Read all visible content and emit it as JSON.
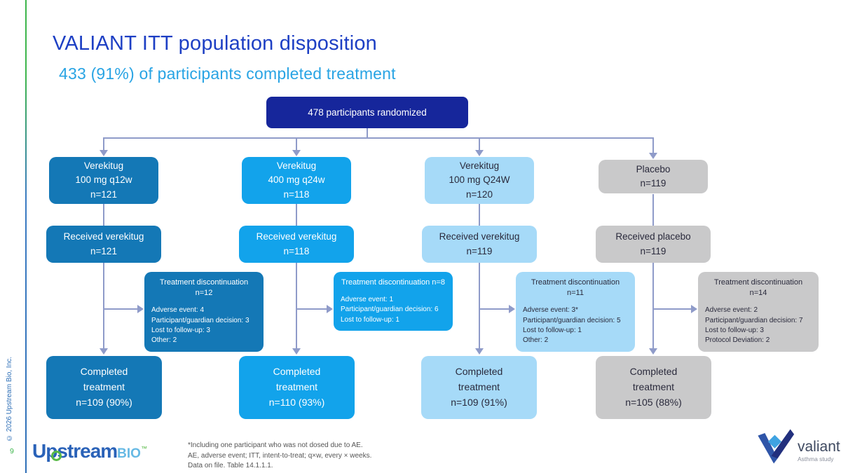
{
  "slide": {
    "title": "VALIANT ITT population disposition",
    "subtitle": "433 (91%) of participants completed treatment",
    "page_number": "9",
    "copyright": "© 2026 Upstream Bio, Inc.",
    "footnotes": [
      "*Including one participant who was not dosed due to AE.",
      "AE, adverse event; ITT, intent-to-treat; q×w, every × weeks.",
      "Data on file. Table 14.1.1.1."
    ]
  },
  "flowchart": {
    "root": {
      "label": "478 participants randomized"
    },
    "columns": [
      {
        "id": "verekitug-100mg-q12w",
        "arm": [
          "Verekitug",
          "100 mg q12w",
          "n=121"
        ],
        "received": [
          "Received verekitug",
          "n=121"
        ],
        "discontinuation": {
          "title": "Treatment discontinuation",
          "n": "n=12",
          "details": [
            "Adverse event: 4",
            "Participant/guardian decision: 3",
            "Lost to follow-up: 3",
            "Other: 2"
          ]
        },
        "completed": [
          "Completed",
          "treatment",
          "n=109 (90%)"
        ]
      },
      {
        "id": "verekitug-400mg-q24w",
        "arm": [
          "Verekitug",
          "400 mg q24w",
          "n=118"
        ],
        "received": [
          "Received verekitug",
          "n=118"
        ],
        "discontinuation": {
          "title": "Treatment discontinuation",
          "n": "n=8",
          "details": [
            "Adverse event: 1",
            "Participant/guardian decision: 6",
            "Lost to follow-up: 1"
          ]
        },
        "completed": [
          "Completed",
          "treatment",
          "n=110 (93%)"
        ]
      },
      {
        "id": "verekitug-100mg-q24w",
        "arm": [
          "Verekitug",
          "100 mg Q24W",
          "n=120"
        ],
        "received": [
          "Received verekitug",
          "n=119"
        ],
        "discontinuation": {
          "title": "Treatment discontinuation",
          "n": "n=11",
          "details": [
            "Adverse event: 3*",
            "Participant/guardian decision: 5",
            "Lost to follow-up: 1",
            "Other: 2"
          ]
        },
        "completed": [
          "Completed",
          "treatment",
          "n=109 (91%)"
        ]
      },
      {
        "id": "placebo",
        "arm": [
          "Placebo",
          "n=119"
        ],
        "received": [
          "Received placebo",
          "n=119"
        ],
        "discontinuation": {
          "title": "Treatment discontinuation",
          "n": "n=14",
          "details": [
            "Adverse event: 2",
            "Participant/guardian decision: 7",
            "Lost to follow-up: 3",
            "Protocol Deviation: 2"
          ]
        },
        "completed": [
          "Completed",
          "treatment",
          "n=105 (88%)"
        ]
      }
    ]
  },
  "logos": {
    "upstream": {
      "wordmark": "Upstream",
      "suffix": "BIO",
      "trademark": "™"
    },
    "valiant": {
      "name": "valiant",
      "tagline": "Asthma study"
    }
  },
  "colors": {
    "title": "#1D3FC4",
    "subtitle": "#29A4E4",
    "root_box": "#16269B",
    "arm1": "#1478B6",
    "arm2": "#12A3EB",
    "arm3": "#A6DAF8",
    "arm4": "#C9C9CA",
    "connector": "#8F9BC9",
    "accent_green": "#3DB54B",
    "accent_blue": "#2E6FB7"
  }
}
